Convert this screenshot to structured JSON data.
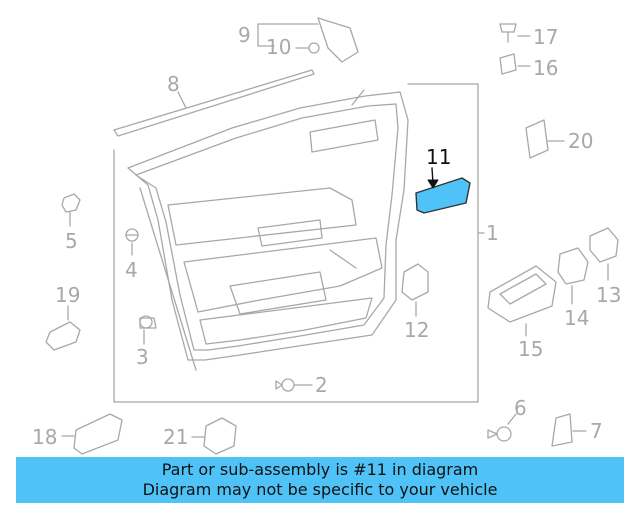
{
  "diagram": {
    "callouts": [
      "1",
      "2",
      "3",
      "4",
      "5",
      "6",
      "7",
      "8",
      "9",
      "10",
      "11",
      "12",
      "13",
      "14",
      "15",
      "16",
      "17",
      "18",
      "19",
      "20",
      "21"
    ],
    "highlight_label": "11",
    "highlight_color": "#4fc3f7",
    "line_color": "#a8a8a8"
  },
  "banner": {
    "line1": "Part or sub-assembly is #11 in diagram",
    "line2": "Diagram may not be specific to your vehicle",
    "background": "#4fc3f7"
  }
}
